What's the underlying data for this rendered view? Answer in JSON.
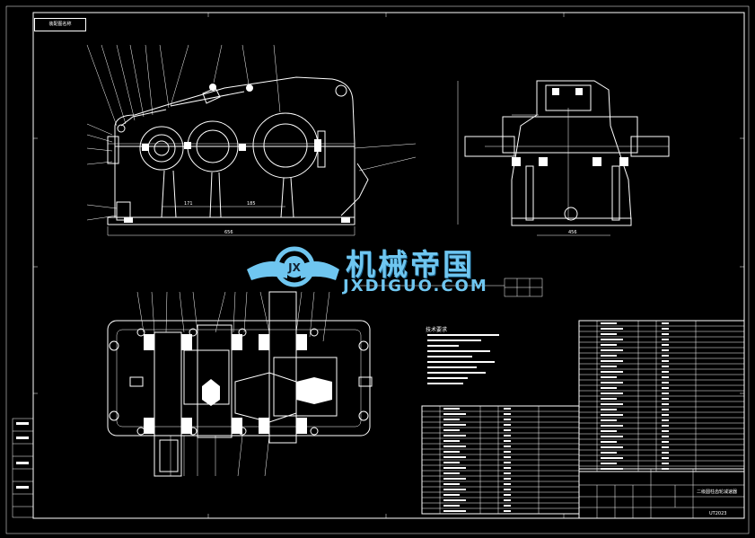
{
  "drawing": {
    "corner_tag": "装配图名称",
    "watermark_cn": "机械帝国",
    "watermark_en": "JXDIGUO.COM",
    "dims": {
      "front_width": "656",
      "front_a": "171",
      "front_b": "185",
      "side_width": "456"
    },
    "colors": {
      "background": "#000000",
      "line": "#ffffff",
      "watermark": "#6fc6f0"
    },
    "tech_requirements_title": "技术要求",
    "title_block": {
      "name": "二级圆柱齿轮减速器",
      "drawing_no": "UT2023"
    }
  }
}
